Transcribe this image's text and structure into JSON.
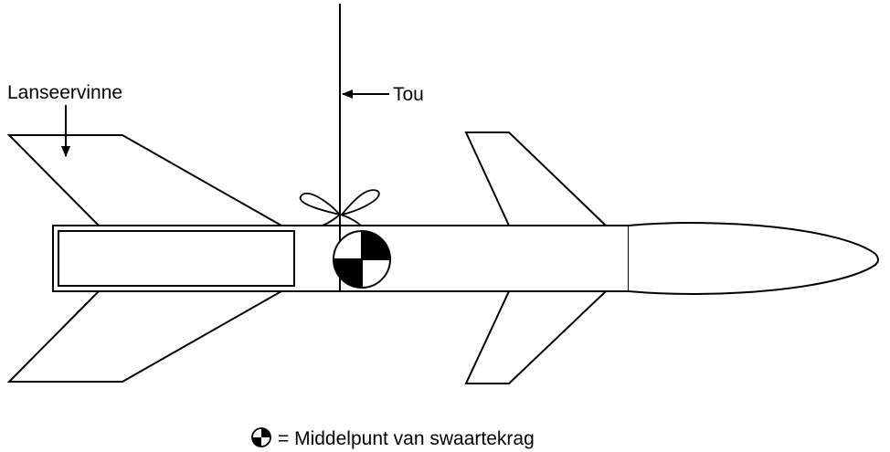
{
  "labels": {
    "launch_fin": "Lanseervinne",
    "rope": "Tou"
  },
  "legend": {
    "text": "= Middelpunt van swaartekrag",
    "symbol_icon": "center-of-gravity-icon"
  },
  "colors": {
    "stroke": "#000000",
    "background": "#ffffff"
  }
}
